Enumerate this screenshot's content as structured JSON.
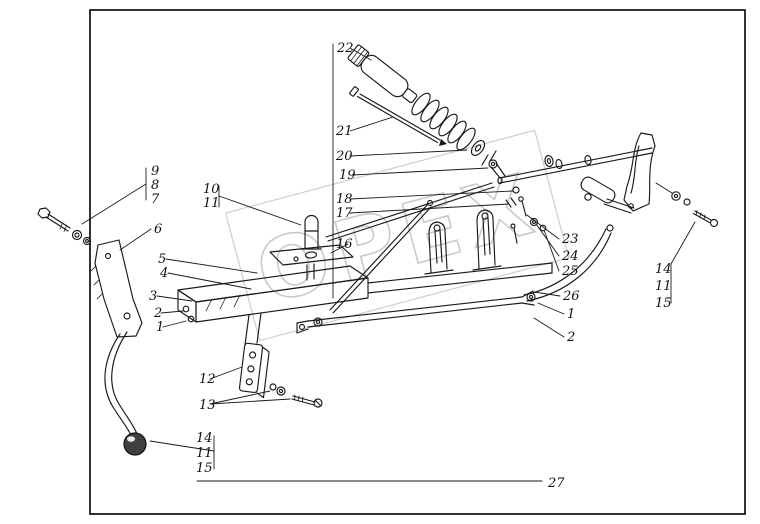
{
  "figure": {
    "kind": "exploded-parts-technical-drawing",
    "watermark": "ОРЕХ",
    "background": "#ffffff",
    "line_color": "#1a1a1a",
    "frame_color": "#000000",
    "watermark_color": "#bdbdbd"
  },
  "callouts": [
    {
      "id": "c22",
      "label": "22"
    },
    {
      "id": "c21",
      "label": "21"
    },
    {
      "id": "c20",
      "label": "20"
    },
    {
      "id": "c19",
      "label": "19"
    },
    {
      "id": "c18",
      "label": "18"
    },
    {
      "id": "c17",
      "label": "17"
    },
    {
      "id": "c16",
      "label": "16"
    },
    {
      "id": "c10",
      "label": "10"
    },
    {
      "id": "c11-top",
      "label": "11"
    },
    {
      "id": "c9",
      "label": "9"
    },
    {
      "id": "c8",
      "label": "8"
    },
    {
      "id": "c7",
      "label": "7"
    },
    {
      "id": "c6",
      "label": "6"
    },
    {
      "id": "c5",
      "label": "5"
    },
    {
      "id": "c4",
      "label": "4"
    },
    {
      "id": "c3",
      "label": "3"
    },
    {
      "id": "c2",
      "label": "2"
    },
    {
      "id": "c1",
      "label": "1"
    },
    {
      "id": "c12",
      "label": "12"
    },
    {
      "id": "c13",
      "label": "13"
    },
    {
      "id": "c14-bottom",
      "label": "14"
    },
    {
      "id": "c11-bottom",
      "label": "11"
    },
    {
      "id": "c15-bottom",
      "label": "15"
    },
    {
      "id": "c23",
      "label": "23"
    },
    {
      "id": "c24",
      "label": "24"
    },
    {
      "id": "c25",
      "label": "25"
    },
    {
      "id": "c26",
      "label": "26"
    },
    {
      "id": "c1-right",
      "label": "1"
    },
    {
      "id": "c2-right",
      "label": "2"
    },
    {
      "id": "c14-right",
      "label": "14"
    },
    {
      "id": "c11-right",
      "label": "11"
    },
    {
      "id": "c15-right",
      "label": "15"
    },
    {
      "id": "c27",
      "label": "27"
    }
  ]
}
